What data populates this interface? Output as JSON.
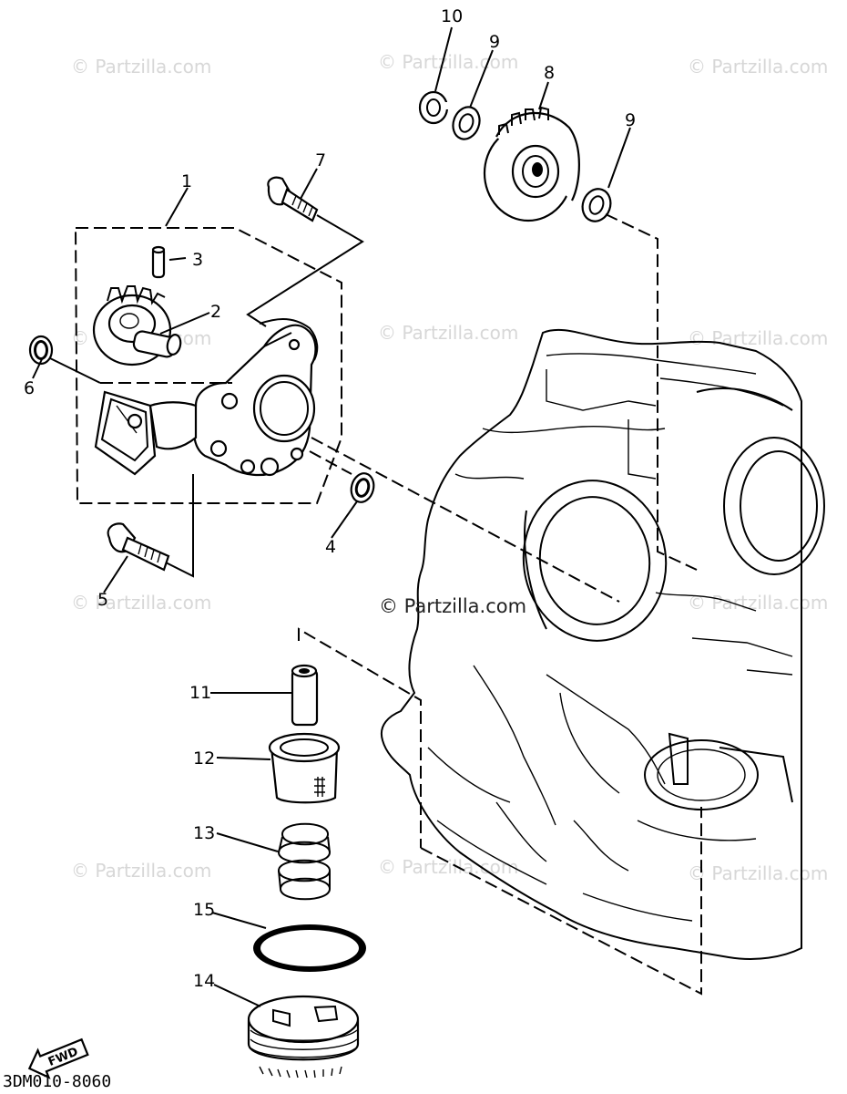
{
  "watermark": {
    "text": "© Partzilla.com",
    "center_text": "© Partzilla.com"
  },
  "callouts": {
    "c1": "1",
    "c2": "2",
    "c3": "3",
    "c4": "4",
    "c5": "5",
    "c6": "6",
    "c7": "7",
    "c8": "8",
    "c9a": "9",
    "c9b": "9",
    "c10": "10",
    "c11": "11",
    "c12": "12",
    "c13": "13",
    "c14": "14",
    "c15": "15"
  },
  "fwd_label": "FWD",
  "diagram_code": "3DM010-8060"
}
